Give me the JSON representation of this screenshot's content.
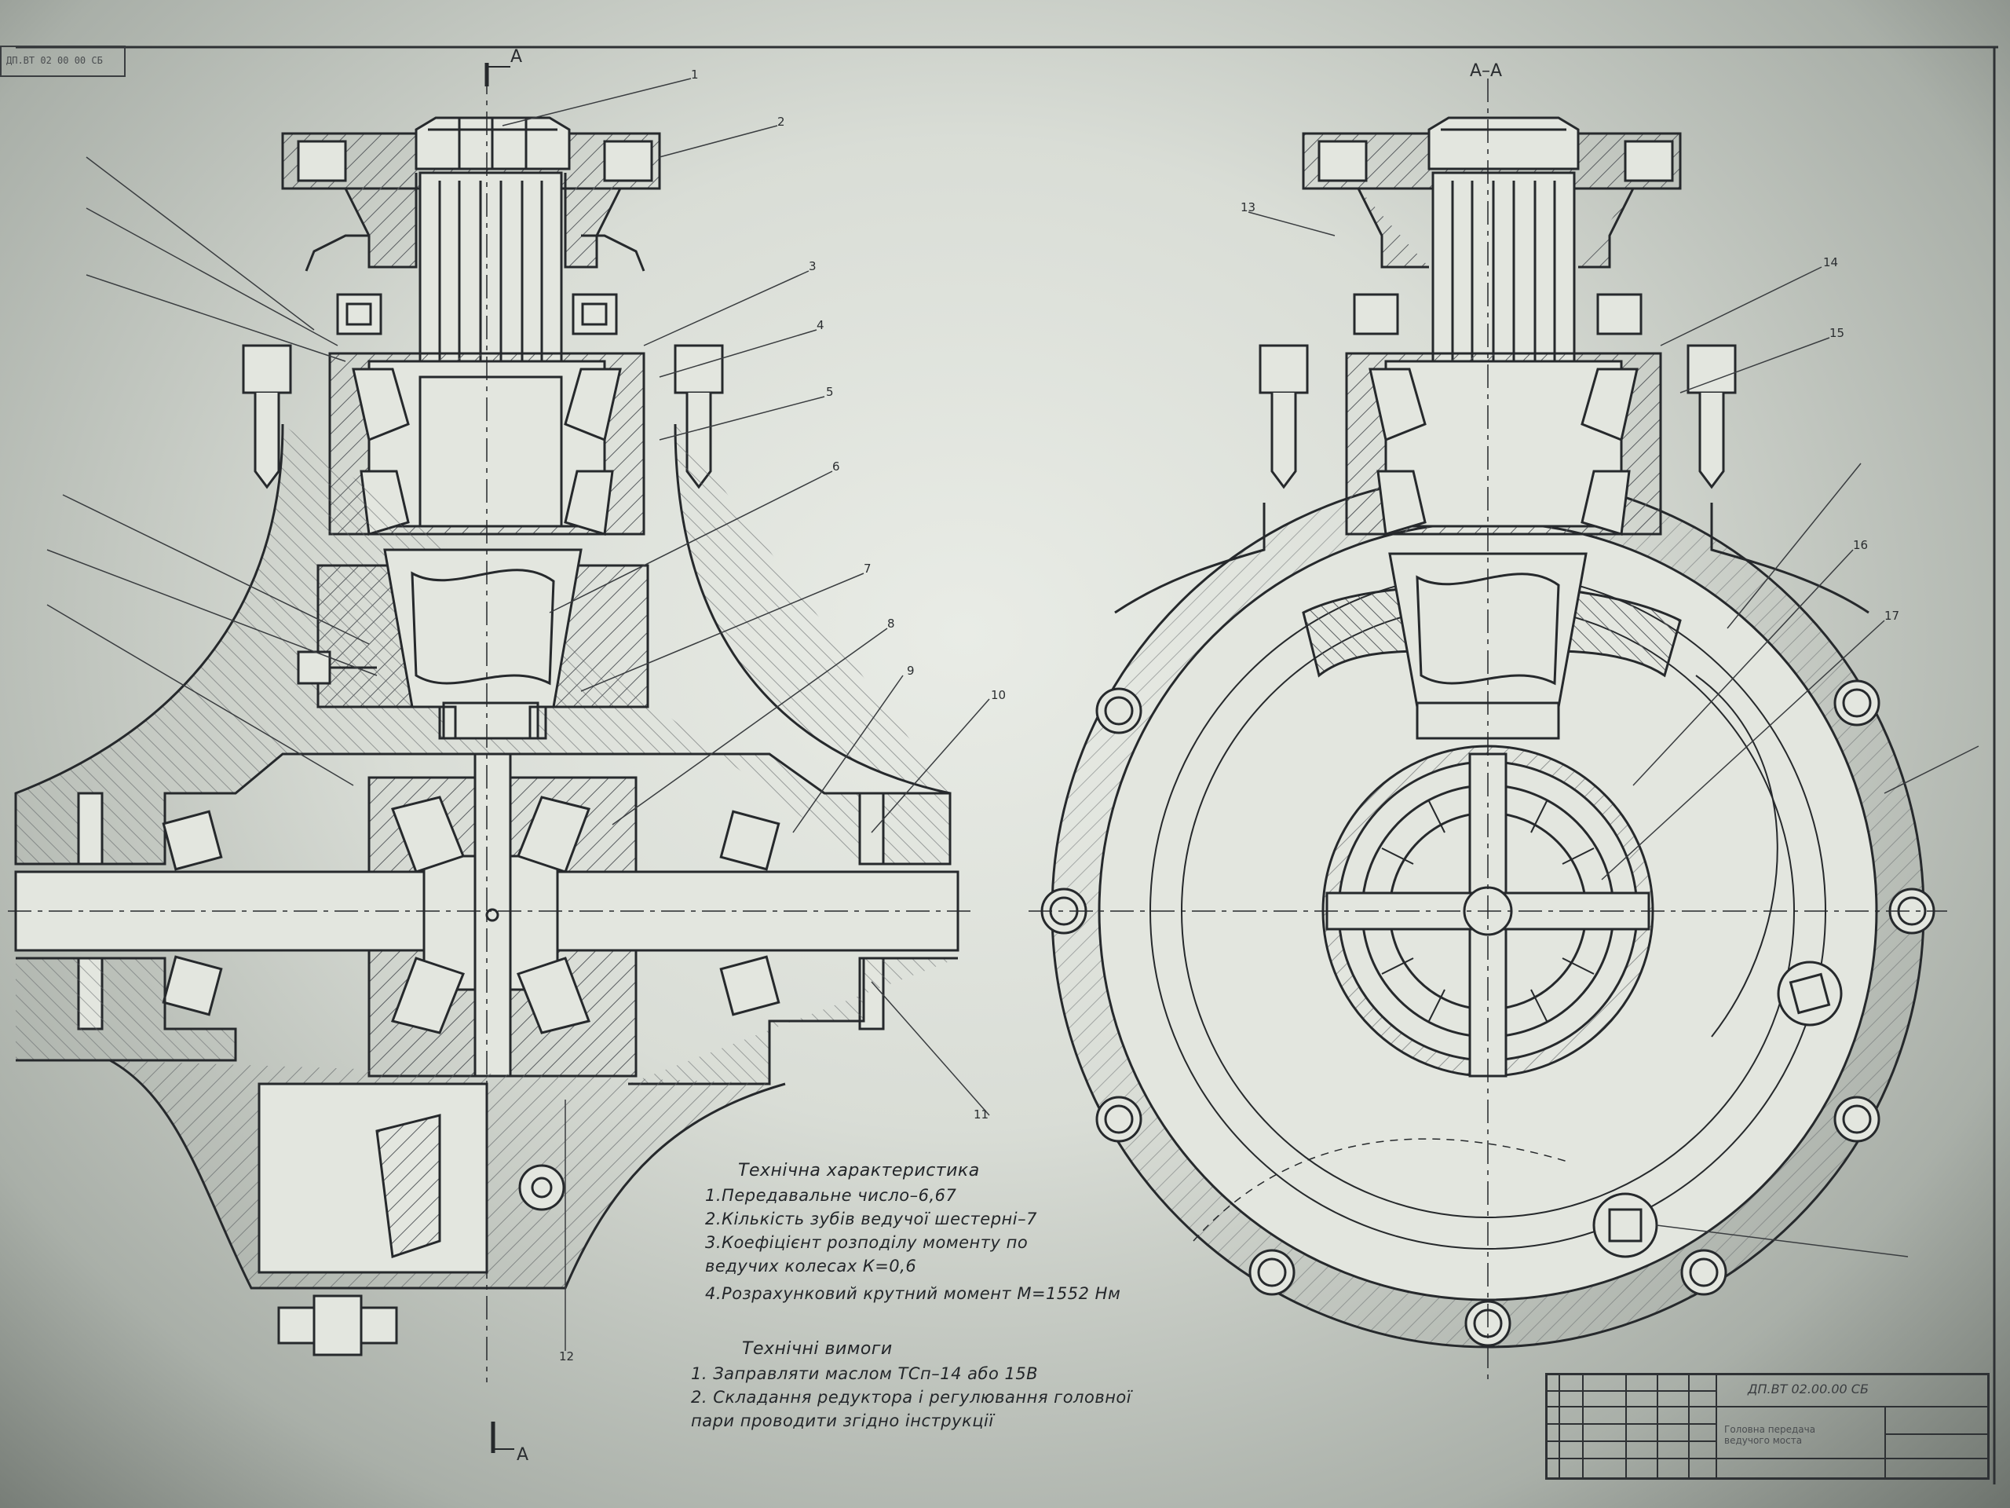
{
  "section_marks": {
    "top_left": "A",
    "bottom_left": "A",
    "view_title": "A–A"
  },
  "corner_stamp": "ДП.ВТ 02 00 00 СБ",
  "specs": {
    "heading": "Технічна характеристика",
    "items": [
      "1.Передавальне число–6,67",
      "2.Кількість зубів ведучої шестерні–7",
      "3.Коефіцієнт розподілу моменту по",
      "ведучих колесах К=0,6",
      "4.Розрахунковий крутний момент М=1552 Нм"
    ]
  },
  "requirements": {
    "heading": "Технічні вимоги",
    "items": [
      "1. Заправляти маслом ТСп–14 або 15В",
      "2. Складання редуктора і регулювання головної",
      "пари проводити згідно інструкції"
    ]
  },
  "title_block": {
    "code": "ДП.ВТ 02.00.00 СБ",
    "name": "Головна передача ведучого моста"
  },
  "callouts": {
    "left": [
      "1",
      "2",
      "3",
      "4",
      "5",
      "6",
      "7",
      "8",
      "9",
      "10",
      "11",
      "12"
    ],
    "right": [
      "13",
      "14",
      "15",
      "16",
      "17"
    ]
  },
  "colors": {
    "paper": "#e3e6df",
    "ink": "#26292c",
    "hatch": "#5a5e61"
  }
}
